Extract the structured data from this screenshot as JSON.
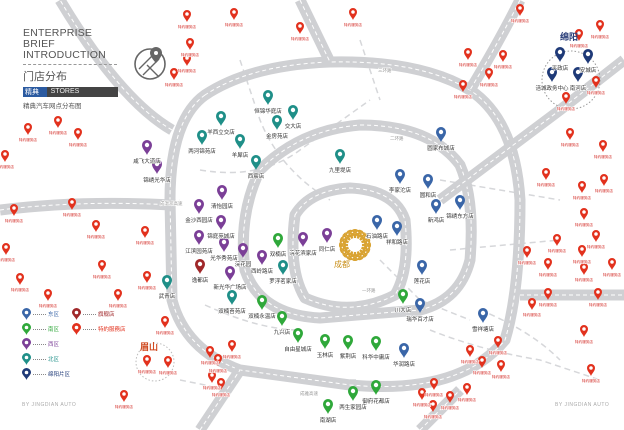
{
  "header": {
    "title_en_1": "ENTERPRISE BRIEF",
    "title_en_2": "INTRODUCTION",
    "title_cn": "门店分布",
    "tag_cn": "精典门店",
    "tag_en": "STORES",
    "subtitle": "精典汽车网点分布图"
  },
  "colors": {
    "east": "#3a66a8",
    "south": "#2fa83a",
    "west": "#7b3f97",
    "north": "#1f8f88",
    "mianyang": "#1f3a78",
    "flagship": "#a0282a",
    "special": "#e2311d",
    "road": "#cfd0d3"
  },
  "legend": [
    {
      "label": "东区",
      "color": "#3a66a8"
    },
    {
      "label": "南区",
      "color": "#2fa83a"
    },
    {
      "label": "西区",
      "color": "#7b3f97"
    },
    {
      "label": "北区",
      "color": "#1f8f88"
    },
    {
      "label": "绵阳片区",
      "color": "#1f3a78"
    },
    {
      "label": "旗舰店",
      "color": "#a0282a"
    },
    {
      "label": "特約服務店",
      "color": "#e2311d"
    }
  ],
  "cities": {
    "center": "成都",
    "mianyang": "绵阳",
    "meishan": "眉山"
  },
  "footer": {
    "left": "BY JINGDIAN AUTO",
    "right": "BY JINGDIAN AUTO"
  },
  "roads": {
    "r2": "二环路",
    "r1": "一环路",
    "r3": "三环路",
    "ring_west": "成温邛高速",
    "ring_sw": "成雅高速"
  },
  "stores": {
    "north": [
      "恒锦华庭店",
      "交大店",
      "金房苑店",
      "羊西立交店",
      "两河锦苑店",
      "羊犀店",
      "西宸店",
      "九里堤店",
      "武青店",
      "双楠苔苑店",
      "罗浮茗家店"
    ],
    "west": [
      "咸飞大道店",
      "锦绣光华店",
      "清怡园店",
      "金沙西园店",
      "锦庭苑城店",
      "江滨园苑店",
      "光华秀苑店",
      "浣花园",
      "西岭路店",
      "新光华广场店",
      "浣花滨家店",
      "同仁店"
    ],
    "flagship": [
      "逸都店"
    ],
    "south": [
      "双楠店",
      "双楠永温店",
      "九兴店",
      "自由星城店",
      "玉林店",
      "紫荆店",
      "科华中庸店",
      "川大店",
      "御府花都店",
      "两生家园店",
      "南湖店"
    ],
    "east": [
      "圆家布城店",
      "李家沱店",
      "圆和店",
      "新鸿店",
      "锦绣东方店",
      "石油路店",
      "祥和路店",
      "莲花店",
      "瑞华百才店",
      "雪祥塘店",
      "华润路店"
    ],
    "mianyang": [
      "平政店",
      "安城店",
      "涪城政务中心",
      "南河店"
    ],
    "special_label": "特约服务店"
  }
}
